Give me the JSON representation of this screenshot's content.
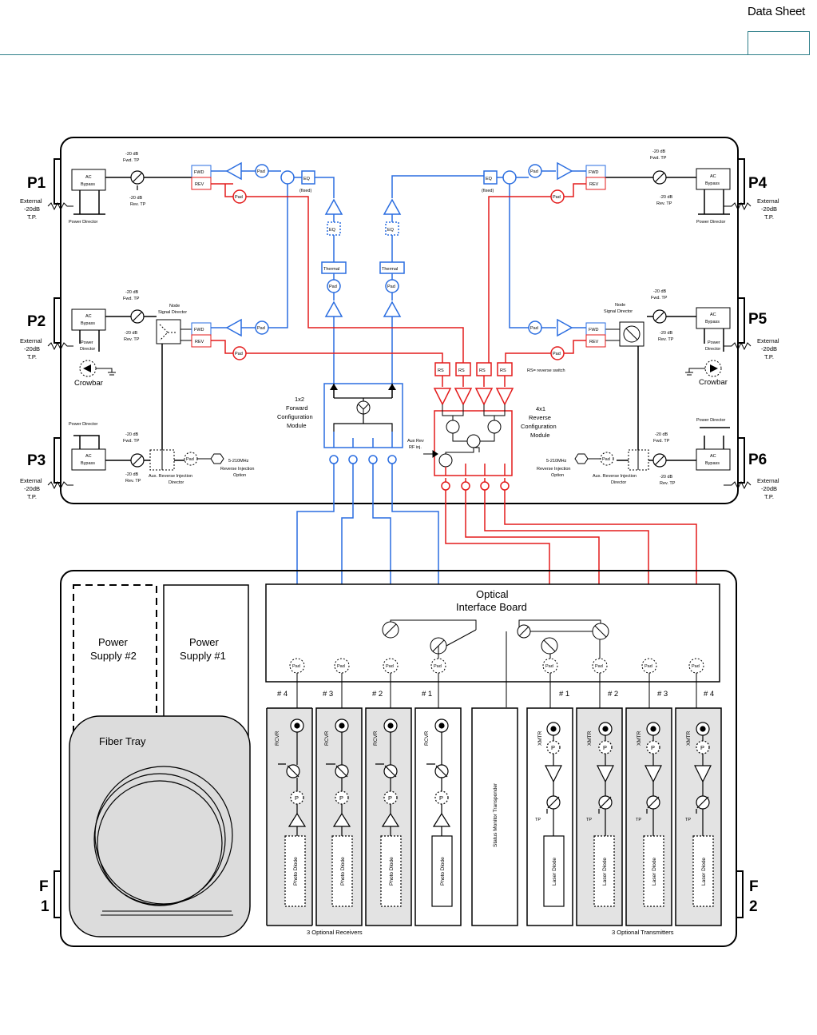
{
  "header": {
    "title": "Data Sheet"
  },
  "ports": {
    "p1": "P1",
    "p2": "P2",
    "p3": "P3",
    "p4": "P4",
    "p5": "P5",
    "p6": "P6",
    "f1_a": "F",
    "f1_b": "1",
    "f2_a": "F",
    "f2_b": "2"
  },
  "labels": {
    "external": "External",
    "minus20db": "-20dB",
    "tp": "T.P.",
    "ac": "AC",
    "bypass": "Bypass",
    "power_director": "Power Director",
    "power": "Power",
    "director": "Director",
    "fwd": "FWD",
    "rev": "REV",
    "pad": "Pad",
    "eq": "EQ",
    "fixed": "(fixed)",
    "thermal": "Thermal",
    "fwd_tp": "Fwd. TP",
    "rev_tp": "Rev. TP",
    "minus20db_lc": "-20 dB",
    "node": "Node",
    "signal_director": "Signal Director",
    "crowbar": "Crowbar",
    "aux_rev_inj_dir": "Aux. Reverse Injection",
    "aux_dir": "Director",
    "mhz": "5-210MHz",
    "rev_inj": "Reverse Injection",
    "option": "Option",
    "fwd_mod_1": "1x2",
    "fwd_mod_2": "Forward",
    "fwd_mod_3": "Configuration",
    "fwd_mod_4": "Module",
    "rev_mod_1": "4x1",
    "rev_mod_2": "Reverse",
    "rev_mod_3": "Configuration",
    "rev_mod_4": "Module",
    "rs": "RS",
    "rs_note": "RS= reverse switch",
    "aux_rev": "Aux Rev",
    "rf_inj": "RF inj.",
    "oib_1": "Optical",
    "oib_2": "Interface Board",
    "ps2_a": "Power",
    "ps2_b": "Supply #2",
    "ps1_a": "Power",
    "ps1_b": "Supply #1",
    "fiber_tray": "Fiber Tray",
    "rcvr": "RCVR",
    "xmtr": "XMTR",
    "photo_diode": "Photo Diode",
    "laser_diode": "Laser Diode",
    "p": "P",
    "tp_short": "TP",
    "status_monitor": "Status Monitor Transponder",
    "opt_receivers": "3 Optional Receivers",
    "opt_transmitters": "3 Optional Transmitters",
    "n1": "# 1",
    "n2": "# 2",
    "n3": "# 3",
    "n4": "# 4"
  },
  "colors": {
    "forward": "#2a6de0",
    "reverse": "#e31b1b",
    "rule": "#2f7f8a"
  }
}
